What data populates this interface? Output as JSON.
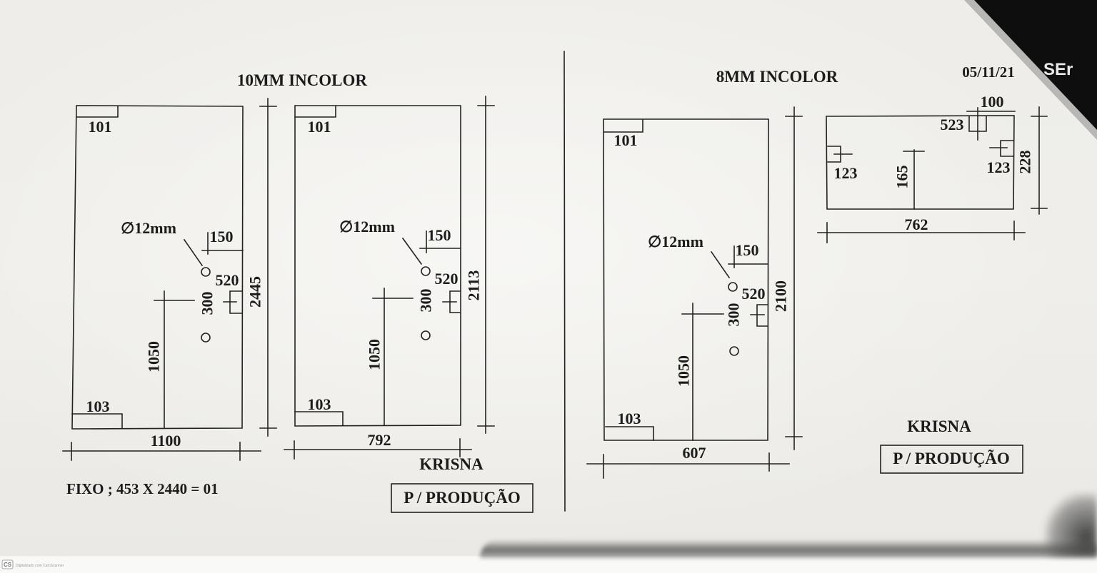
{
  "left_sheet": {
    "title": "10MM INCOLOR",
    "panel_a": {
      "corner_top": "101",
      "corner_bottom": "103",
      "hole_diameter": "∅12mm",
      "offset_150": "150",
      "offset_520": "520",
      "spacing_300": "300",
      "height_1050": "1050",
      "total_height": "2445",
      "total_width": "1100"
    },
    "panel_b": {
      "corner_top": "101",
      "corner_bottom": "103",
      "hole_diameter": "∅12mm",
      "offset_150": "150",
      "offset_520": "520",
      "spacing_300": "300",
      "height_1050": "1050",
      "total_height": "2113",
      "total_width": "792"
    },
    "client": "KRISNA",
    "stamp": "P / PRODUÇÃO",
    "note": "FIXO ; 453 X 2440 = 01"
  },
  "right_sheet": {
    "title": "8MM INCOLOR",
    "date": "05/11/21",
    "panel_c": {
      "corner_top": "101",
      "corner_bottom": "103",
      "hole_diameter": "∅12mm",
      "offset_150": "150",
      "offset_520": "520",
      "spacing_300": "300",
      "height_1050": "1050",
      "total_height": "2100",
      "total_width": "607"
    },
    "panel_d": {
      "dim_100": "100",
      "dim_523": "523",
      "left_123": "123",
      "right_123": "123",
      "height_165": "165",
      "total_height": "228",
      "total_width": "762"
    },
    "client": "KRISNA",
    "stamp": "P / PRODUÇÃO"
  },
  "scan_overlay": {
    "corner_text": "SEr",
    "logo": "CS",
    "caption": "Digitalizado com CamScanner"
  },
  "colors": {
    "ink": "#1c1c1c",
    "paper": "#eeede9",
    "corner": "#0e0e0e"
  }
}
